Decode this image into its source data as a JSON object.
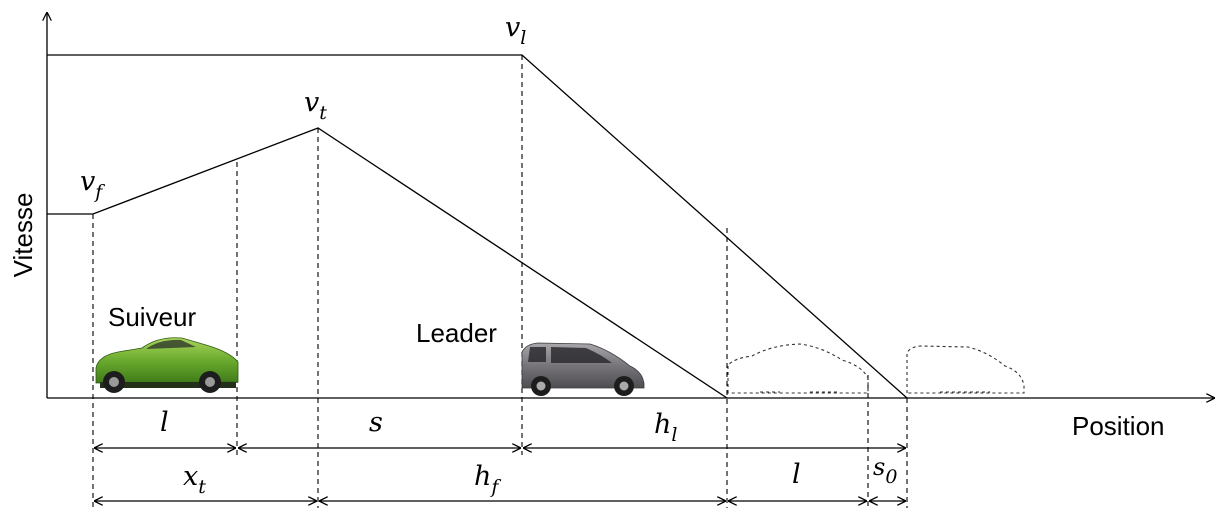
{
  "axes": {
    "y_label": "Vitesse",
    "x_label": "Position"
  },
  "speeds": {
    "v_l": {
      "base": "v",
      "sub": "l"
    },
    "v_t": {
      "base": "v",
      "sub": "t"
    },
    "v_f": {
      "base": "v",
      "sub": "f"
    }
  },
  "vehicles": {
    "follower_label": "Suiveur",
    "leader_label": "Leader",
    "follower_color": "#5a9a2a",
    "leader_color": "#6f6d70"
  },
  "distances": {
    "l_follower": "l",
    "s": "s",
    "h_l": {
      "base": "h",
      "sub": "l"
    },
    "x_t": {
      "base": "x",
      "sub": "t"
    },
    "h_f": {
      "base": "h",
      "sub": "f"
    },
    "l_leader": "l",
    "s_0": {
      "base": "s",
      "sub": "0"
    }
  }
}
